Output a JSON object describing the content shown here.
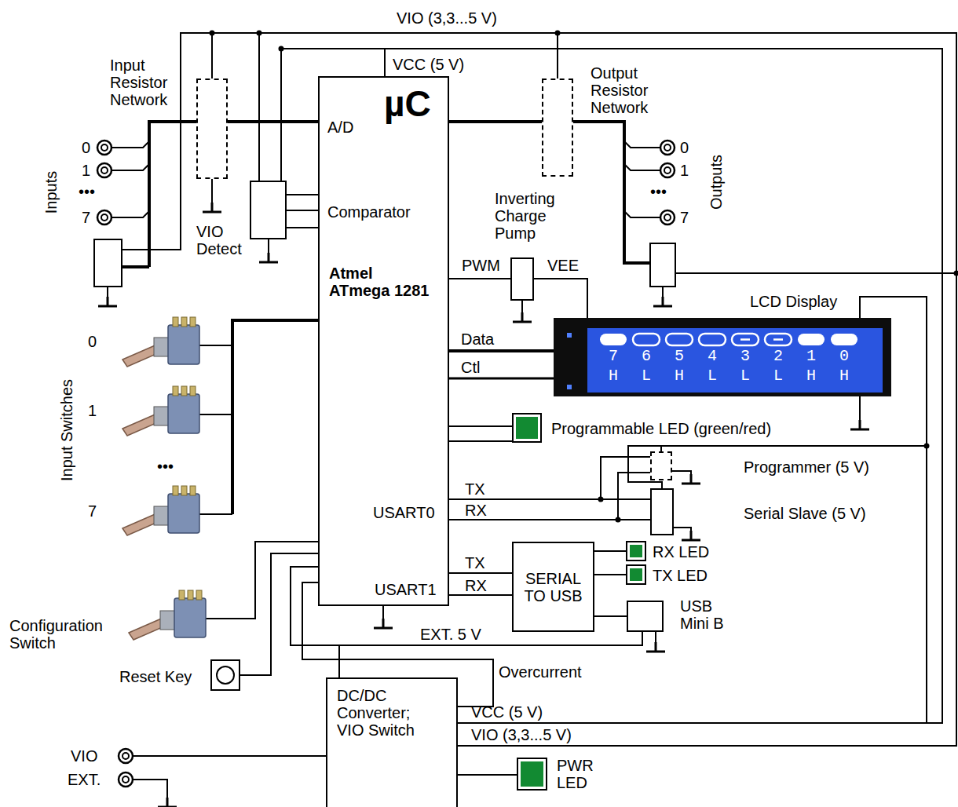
{
  "diagram": {
    "nodes": [
      {
        "text": [
          "Input Resistor Network"
        ]
      },
      {
        "text": [
          "µC",
          "A/D",
          "Comparator",
          "Atmel ATmega 1281",
          "USART0",
          "USART1"
        ]
      },
      {
        "text": [
          "Output Resistor Network"
        ]
      },
      {
        "text": [
          "VIO Detect"
        ]
      },
      {
        "text": [
          "Inverting Charge Pump"
        ]
      },
      {
        "text": [
          "LCD Display",
          "7 6 5 4 3 2 1 0",
          "H L H L L L H H"
        ]
      },
      {
        "text": [
          "Programmable LED (green/red)"
        ]
      },
      {
        "text": [
          "Programmer (5 V)"
        ]
      },
      {
        "text": [
          "Serial Slave (5 V)"
        ]
      },
      {
        "text": [
          "SERIAL TO USB"
        ]
      },
      {
        "text": [
          "RX LED"
        ]
      },
      {
        "text": [
          "TX LED"
        ]
      },
      {
        "text": [
          "USB Mini B"
        ]
      },
      {
        "text": [
          "Reset Key"
        ]
      },
      {
        "text": [
          "DC/DC Converter; VIO Switch"
        ]
      },
      {
        "text": [
          "PWR LED"
        ]
      }
    ],
    "edges": [
      {
        "from": 0,
        "to": 1,
        "arrow": "none"
      },
      {
        "from": 3,
        "to": 1,
        "arrow": "none"
      },
      {
        "from": 1,
        "to": 2,
        "arrow": "none"
      },
      {
        "from": 1,
        "to": 4,
        "label": "PWM",
        "arrow": "none"
      },
      {
        "from": 4,
        "to": 5,
        "label": "VEE",
        "arrow": "none"
      },
      {
        "from": 1,
        "to": 5,
        "label": "Data",
        "arrow": "none"
      },
      {
        "from": 1,
        "to": 5,
        "label": "Ctl",
        "arrow": "none"
      },
      {
        "from": 1,
        "to": 6,
        "arrow": "none"
      },
      {
        "from": 1,
        "to": 8,
        "label": "TX",
        "arrow": "none"
      },
      {
        "from": 1,
        "to": 8,
        "label": "RX",
        "arrow": "none"
      },
      {
        "from": 1,
        "to": 7,
        "arrow": "none"
      },
      {
        "from": 1,
        "to": 7,
        "arrow": "none"
      },
      {
        "from": 1,
        "to": 9,
        "label": "TX",
        "arrow": "none"
      },
      {
        "from": 1,
        "to": 9,
        "label": "RX",
        "arrow": "none"
      },
      {
        "from": 9,
        "to": 10,
        "arrow": "none"
      },
      {
        "from": 9,
        "to": 11,
        "arrow": "none"
      },
      {
        "from": 9,
        "to": 12,
        "arrow": "none"
      },
      {
        "from": 12,
        "to": 14,
        "label": "EXT. 5 V",
        "arrow": "none"
      },
      {
        "from": 14,
        "to": 1,
        "label": "Overcurrent",
        "arrow": "none"
      },
      {
        "from": 14,
        "to": 15,
        "arrow": "none"
      },
      {
        "from": 13,
        "to": 1,
        "arrow": "none"
      },
      {
        "from": 14,
        "to": 5,
        "label": "VCC (5 V)",
        "arrow": "none"
      },
      {
        "from": 14,
        "to": 1,
        "arrow": "none"
      },
      {
        "from": 14,
        "to": 0,
        "label": "VIO (3,3...5 V)",
        "arrow": "none"
      },
      {
        "from": 14,
        "to": 2,
        "arrow": "none"
      }
    ],
    "labels": [
      "VIO (3,3...5 V)",
      "VCC (5 V)",
      "Inputs",
      "0",
      "1",
      "•••",
      "7",
      "Outputs",
      "0",
      "1",
      "•••",
      "7",
      "Input Switches",
      "0",
      "1",
      "•••",
      "7",
      "Configuration Switch",
      "VIO",
      "EXT."
    ]
  }
}
